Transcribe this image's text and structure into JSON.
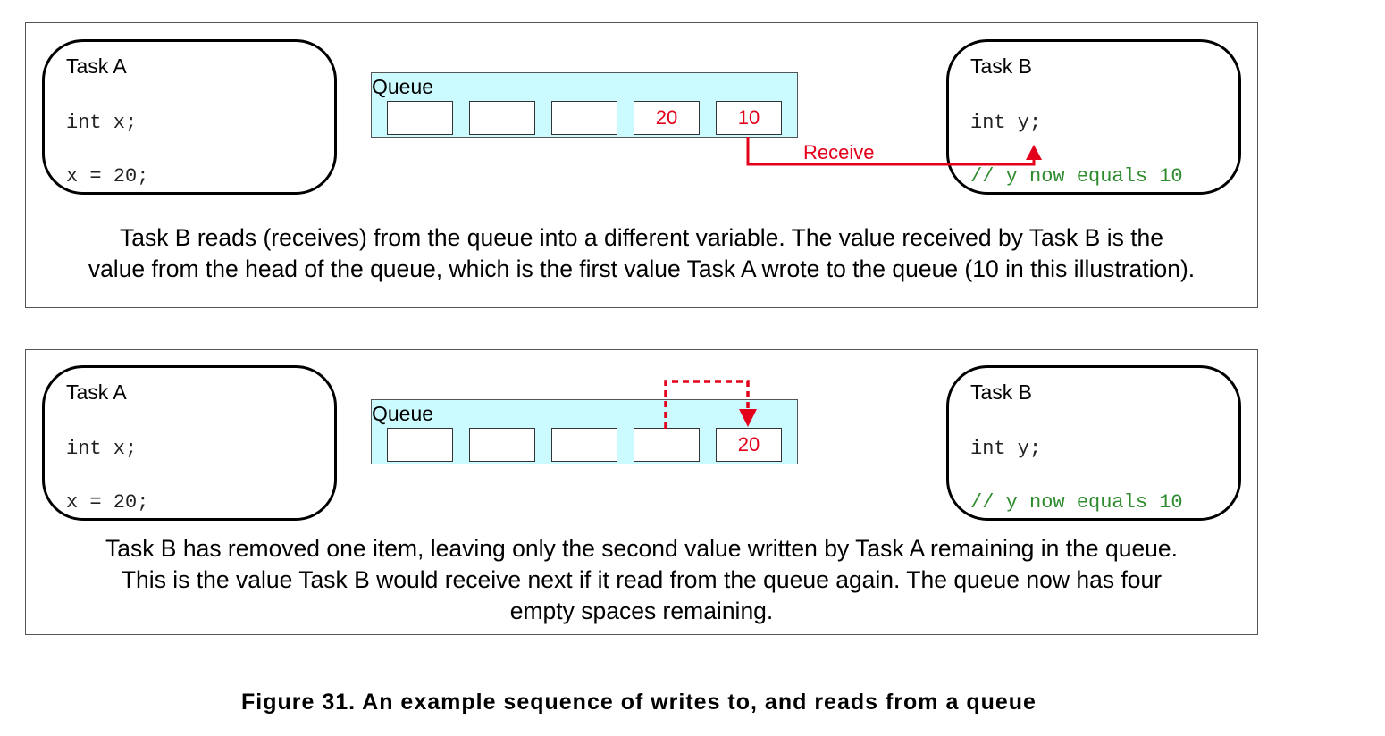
{
  "panel1": {
    "task_a": {
      "title": "Task A",
      "code_decl": "int x;",
      "code_assign": "x = 20;"
    },
    "queue": {
      "label": "Queue",
      "slots": [
        "",
        "",
        "",
        "20",
        "10"
      ]
    },
    "receive_label": "Receive",
    "task_b": {
      "title": "Task B",
      "code_decl": "int y;",
      "comment": "// y now equals 10"
    },
    "caption_line1": "Task B reads (receives) from the queue into a different variable.  The value received by Task B is the",
    "caption_line2": "value from the head of the queue, which is the first value Task A wrote to the queue (10 in this illustration)."
  },
  "panel2": {
    "task_a": {
      "title": "Task A",
      "code_decl": "int x;",
      "code_assign": "x = 20;"
    },
    "queue": {
      "label": "Queue",
      "slots": [
        "",
        "",
        "",
        "",
        "20"
      ]
    },
    "task_b": {
      "title": "Task B",
      "code_decl": "int y;",
      "comment": "// y now equals 10"
    },
    "caption_line1": "Task B has removed one item, leaving only the second value written by Task A remaining in the queue.",
    "caption_line2": "This is the value Task B would receive next if it read from the queue again.  The queue now has four",
    "caption_line3": "empty spaces remaining."
  },
  "figure_title": "Figure 31.  An example sequence of writes to, and reads from a queue",
  "colors": {
    "queue_fill": "#ccfbff",
    "value_red": "#e3001b",
    "comment_green": "#2e8b2e"
  }
}
